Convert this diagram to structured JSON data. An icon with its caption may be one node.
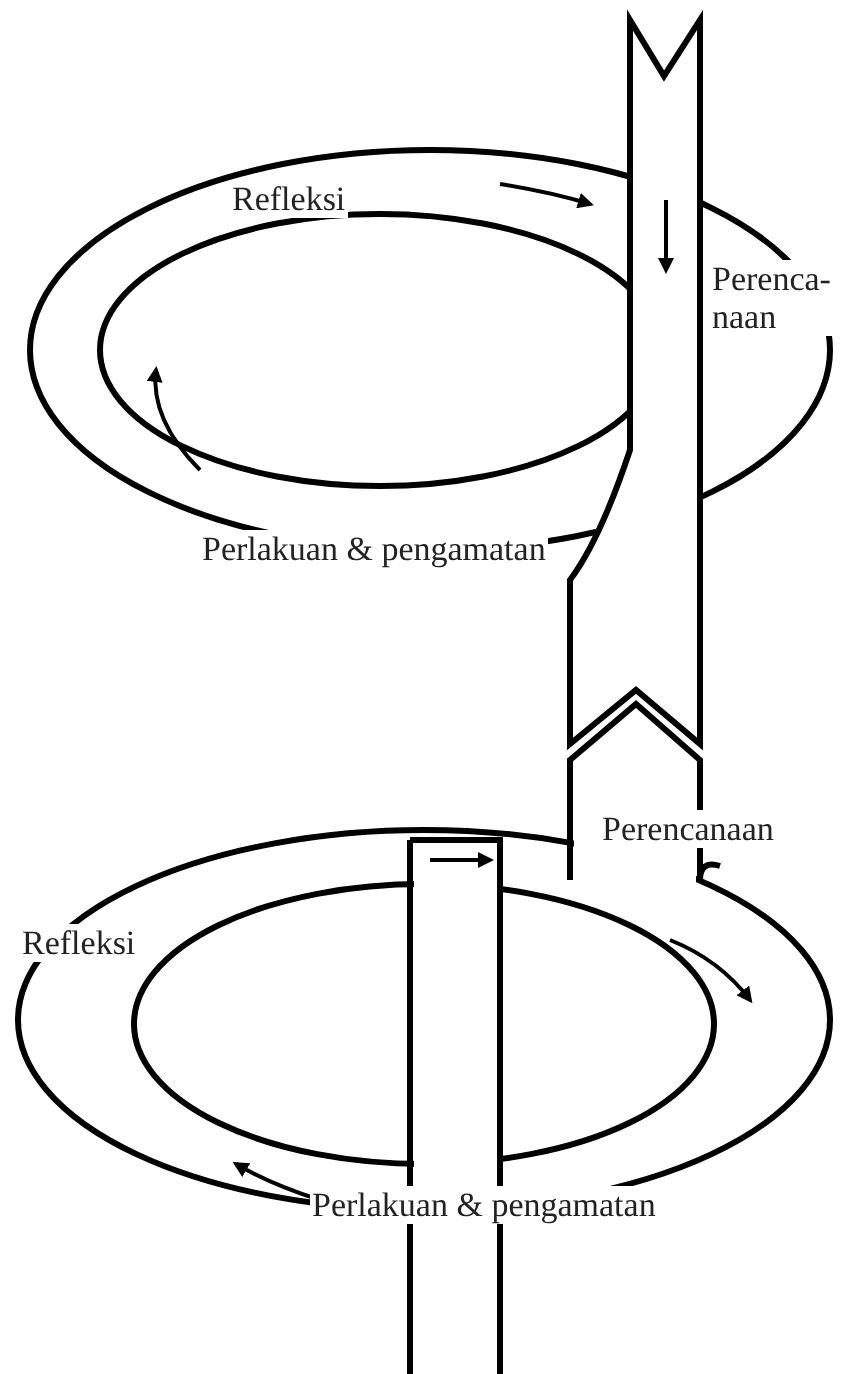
{
  "diagram": {
    "labels": [
      "Refleksi",
      "Perenca- naan",
      "Perlakuan & pengamatan",
      "Perencanaan",
      "Refleksi",
      "Perlakuan & pengamatan"
    ]
  }
}
